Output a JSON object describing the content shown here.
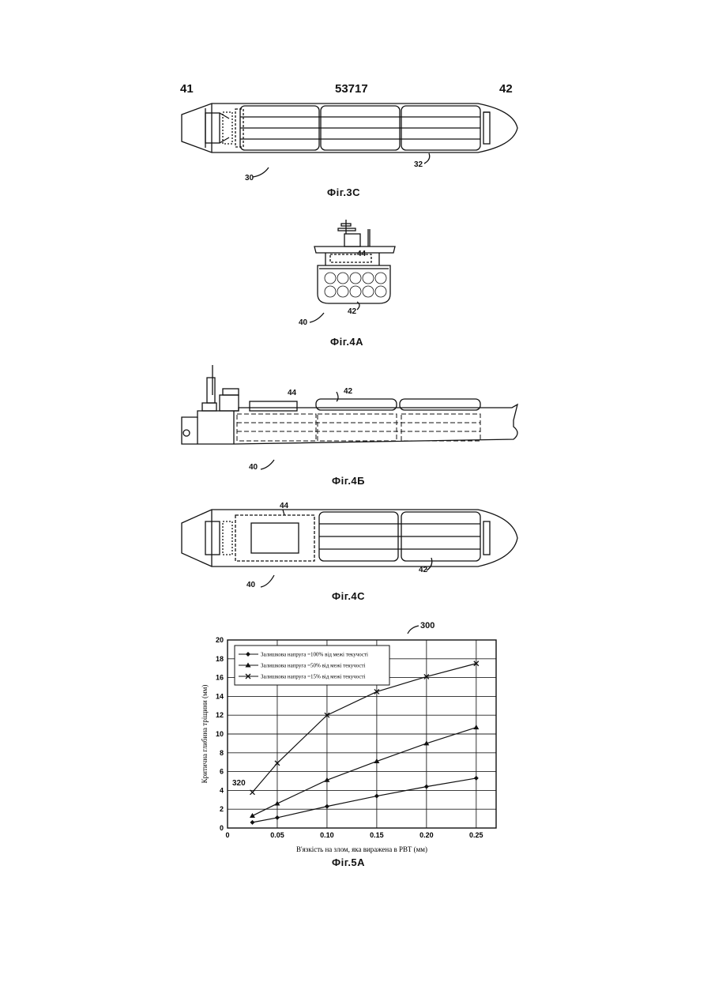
{
  "header": {
    "left": "41",
    "center": "53717",
    "right": "42"
  },
  "figures": {
    "fig3c": {
      "caption": "Фіг.3С",
      "ref_hull": "30",
      "ref_tank": "32"
    },
    "fig4a": {
      "caption": "Фіг.4А",
      "ref_hull": "40",
      "ref_tank": "42",
      "ref_deck": "44"
    },
    "fig4b": {
      "caption": "Фіг.4Б",
      "ref_hull": "40",
      "ref_tank": "42",
      "ref_deck": "44"
    },
    "fig4c": {
      "caption": "Фіг.4С",
      "ref_hull": "40",
      "ref_tank": "42",
      "ref_deck": "44"
    },
    "fig5a": {
      "caption": "Фіг.5А",
      "ref_chart": "300",
      "ref_curve": "320"
    }
  },
  "chart_data": {
    "type": "line",
    "xlabel": "В'язкість на злом, яка виражена в РВТ (мм)",
    "ylabel": "Критична глибина тріщини (мм)",
    "xlim": [
      0,
      0.27
    ],
    "ylim": [
      0,
      20
    ],
    "xticks": [
      "0",
      "0.05",
      "0.10",
      "0.15",
      "0.20",
      "0.25"
    ],
    "xtick_values": [
      0,
      0.05,
      0.1,
      0.15,
      0.2,
      0.25
    ],
    "yticks": [
      "0",
      "2",
      "4",
      "6",
      "8",
      "10",
      "12",
      "14",
      "16",
      "18",
      "20"
    ],
    "grid": true,
    "legend_position": "top-left",
    "x": [
      0.025,
      0.05,
      0.1,
      0.15,
      0.2,
      0.25
    ],
    "series": [
      {
        "name": "Залишкова напруга =100% від межі текучості",
        "marker": "diamond",
        "values": [
          0.6,
          1.1,
          2.3,
          3.4,
          4.4,
          5.3
        ]
      },
      {
        "name": "Залишкова напруга =50% від межі текучості",
        "marker": "triangle",
        "values": [
          1.3,
          2.6,
          5.1,
          7.1,
          9.0,
          10.7
        ]
      },
      {
        "name": "Залишкова напруга =15% від межі текучості",
        "marker": "x",
        "values": [
          3.8,
          6.9,
          12.0,
          14.5,
          16.1,
          17.5
        ]
      }
    ]
  }
}
